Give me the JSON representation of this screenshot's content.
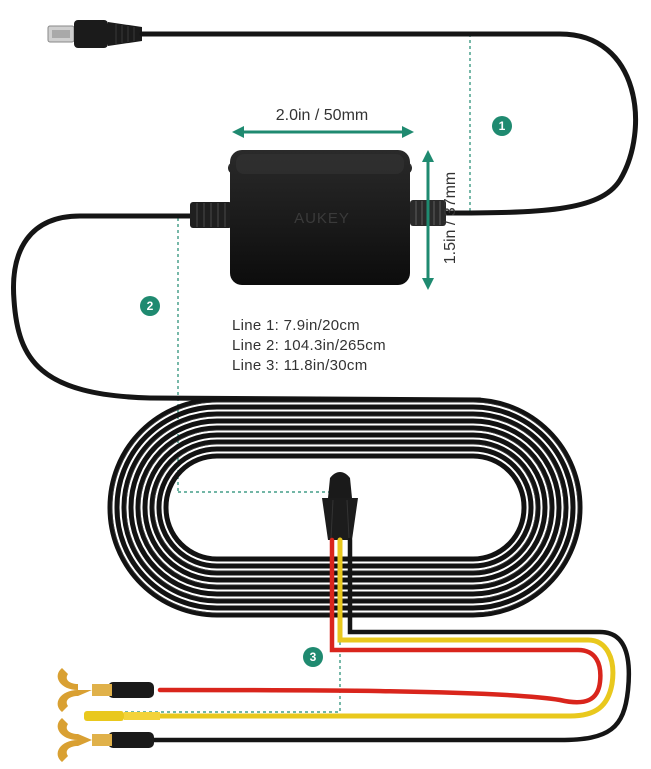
{
  "product": {
    "brand_label": "AUKEY"
  },
  "dimensions": {
    "width": "2.0in / 50mm",
    "height": "1.5in / 37mm"
  },
  "markers": [
    {
      "number": "1"
    },
    {
      "number": "2"
    },
    {
      "number": "3"
    }
  ],
  "specs": [
    "Line 1: 7.9in/20cm",
    "Line 2: 104.3in/265cm",
    "Line 3: 11.8in/30cm"
  ],
  "colors": {
    "cable": "#151515",
    "accent_teal": "#1f8a70",
    "wire_red": "#d9251c",
    "wire_yellow": "#e9c81d",
    "terminal_gold": "#d9a032"
  }
}
